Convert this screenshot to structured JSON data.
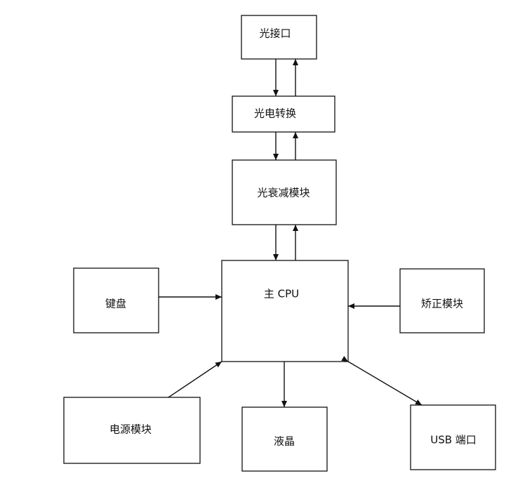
{
  "nodes": {
    "optical_port": "光接口",
    "oe_convert": "光电转换",
    "attenuation": "光衰减模块",
    "cpu": "主 CPU",
    "keyboard": "键盘",
    "correction": "矫正模块",
    "power": "电源模块",
    "lcd": "液晶",
    "usb": "USB 端口"
  },
  "edges": [
    {
      "from": "optical_port",
      "to": "oe_convert"
    },
    {
      "from": "oe_convert",
      "to": "optical_port"
    },
    {
      "from": "oe_convert",
      "to": "attenuation"
    },
    {
      "from": "attenuation",
      "to": "oe_convert"
    },
    {
      "from": "attenuation",
      "to": "cpu"
    },
    {
      "from": "cpu",
      "to": "attenuation"
    },
    {
      "from": "keyboard",
      "to": "cpu"
    },
    {
      "from": "correction",
      "to": "cpu"
    },
    {
      "from": "power",
      "to": "cpu"
    },
    {
      "from": "cpu",
      "to": "lcd"
    },
    {
      "from": "cpu",
      "to": "usb",
      "bidirectional": true
    }
  ]
}
